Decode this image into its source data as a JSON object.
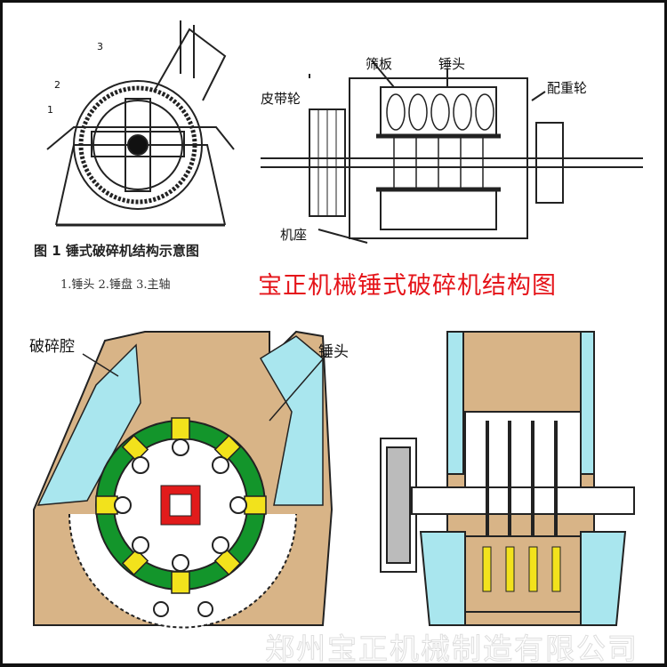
{
  "figure1": {
    "caption": "图 1   锤式破碎机结构示意图",
    "legend": "1.锤头   2.锤盘   3.主轴",
    "part_numbers": [
      "1",
      "2",
      "3"
    ]
  },
  "side_view": {
    "labels": {
      "screen_plate": "筛板",
      "hammer": "锤头",
      "belt_pulley": "皮带轮",
      "counterweight_wheel": "配重轮",
      "base": "机座"
    }
  },
  "title": "宝正机械锤式破碎机结构图",
  "cutaway": {
    "labels": {
      "crushing_chamber": "破碎腔",
      "hammer": "锤头"
    }
  },
  "watermark": "郑州宝正机械制造有限公司",
  "colors": {
    "body": "#d8b487",
    "rotor_ring": "#13952b",
    "hammer": "#f2e21c",
    "liner": "#a9e6ee",
    "shaft": "#e11b1b",
    "title": "#e5141a"
  }
}
